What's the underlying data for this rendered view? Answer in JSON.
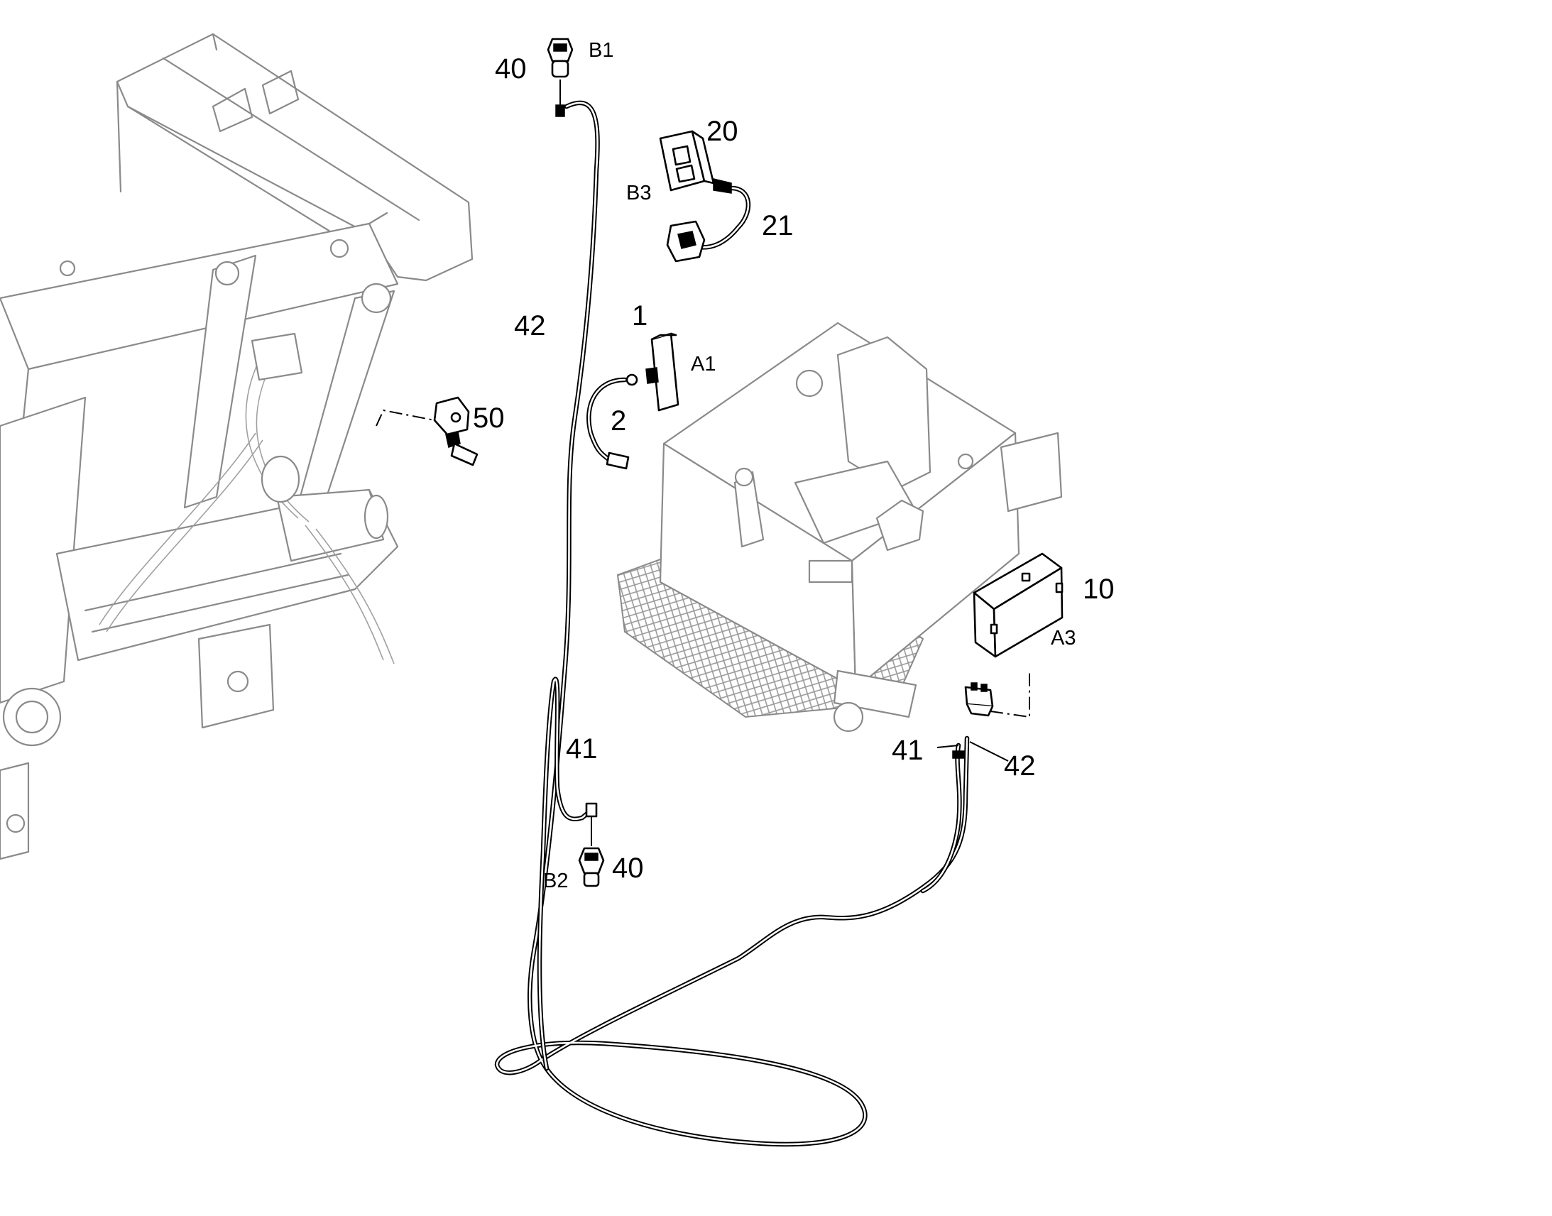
{
  "callouts": {
    "c40_top": "40",
    "c20": "20",
    "c21": "21",
    "c42_left": "42",
    "c1": "1",
    "c2": "2",
    "c50": "50",
    "c10": "10",
    "c41_mid": "41",
    "c40_bottom": "40",
    "c41_right": "41",
    "c42_right": "42"
  },
  "reference_designators": {
    "b1": "B1",
    "b3": "B3",
    "a1": "A1",
    "a3": "A3",
    "b2": "B2"
  },
  "colors": {
    "ink": "#000000",
    "machine_outline": "#8a8a8a",
    "background": "#ffffff"
  }
}
